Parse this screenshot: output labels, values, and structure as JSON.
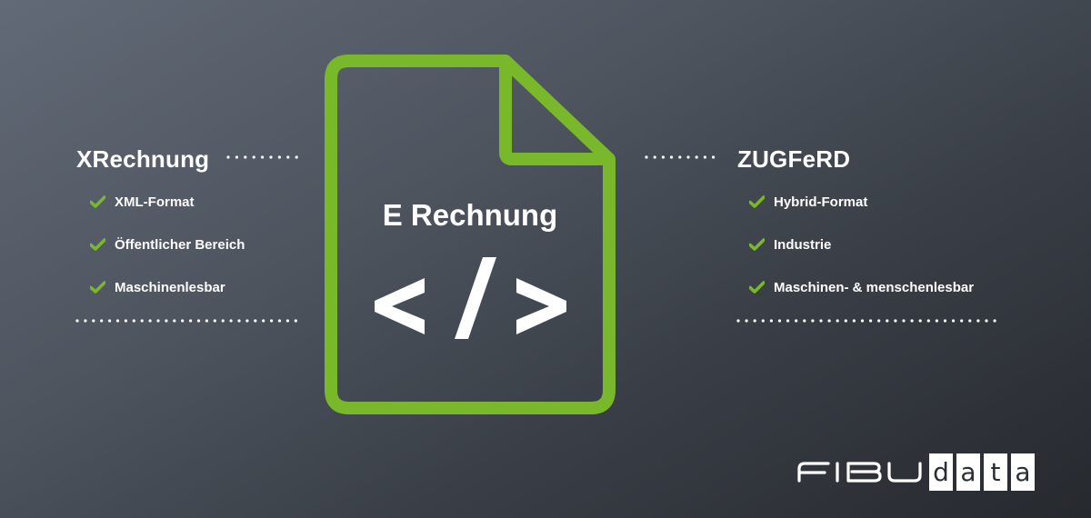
{
  "left_section": {
    "title": "XRechnung",
    "items": [
      {
        "label": "XML-Format",
        "icon": "check-icon"
      },
      {
        "label": "Öffentlicher Bereich",
        "icon": "check-icon"
      },
      {
        "label": "Maschinenlesbar",
        "icon": "check-icon"
      }
    ]
  },
  "center": {
    "document_icon": "document-icon",
    "title": "E Rechnung",
    "code_symbol": "</>",
    "code_icon": "code-icon"
  },
  "right_section": {
    "title": "ZUGFeRD",
    "items": [
      {
        "label": "Hybrid-Format",
        "icon": "check-icon"
      },
      {
        "label": "Industrie",
        "icon": "check-icon"
      },
      {
        "label": "Maschinen- & menschenlesbar",
        "icon": "check-icon"
      }
    ]
  },
  "logo": {
    "part1": "FIBU",
    "part2_letters": [
      "d",
      "a",
      "t",
      "a"
    ]
  },
  "colors": {
    "accent_green": "#78b82a",
    "text": "#ffffff",
    "background_light": "#626a77",
    "background_dark": "#26292e"
  }
}
